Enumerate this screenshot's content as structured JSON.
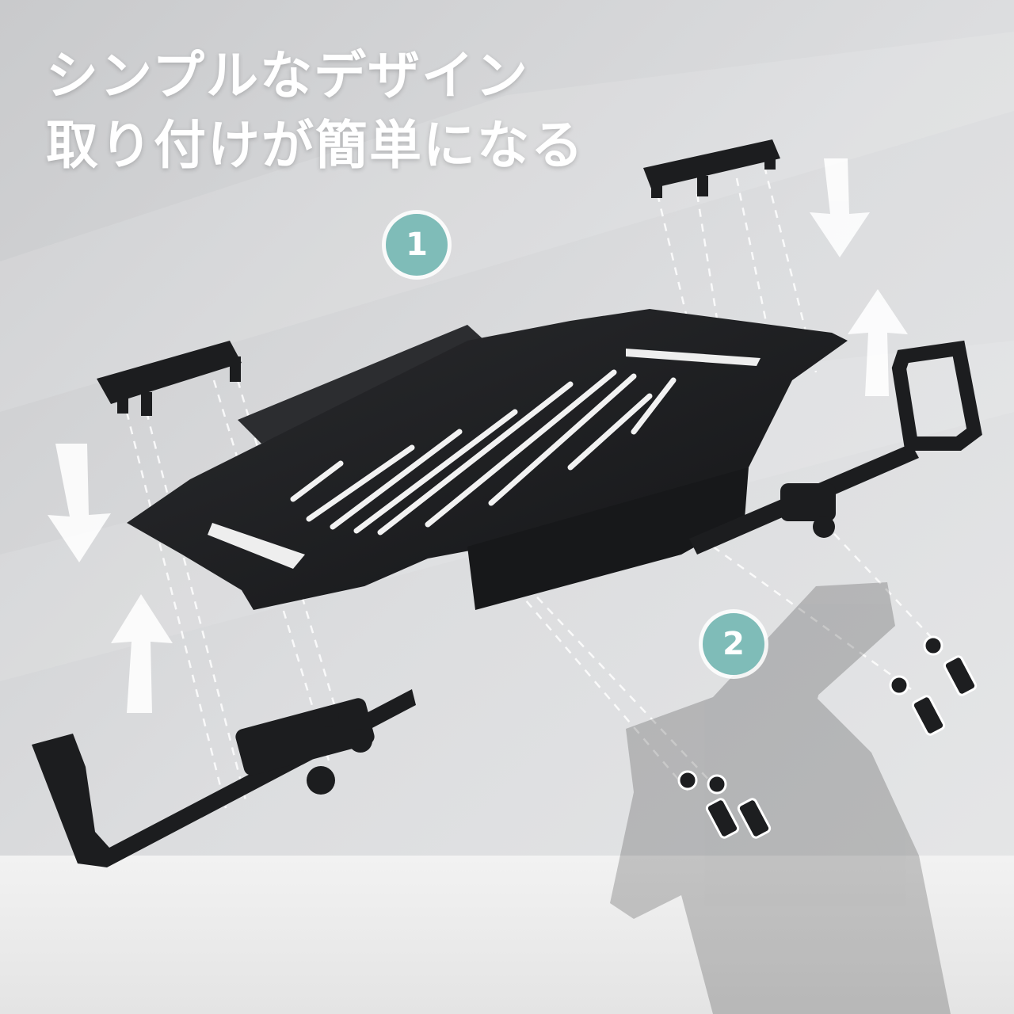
{
  "headline": {
    "line1": "シンプルなデザイン",
    "line2": "取り付けが簡単になる"
  },
  "steps": [
    {
      "label": "1"
    },
    {
      "label": "2"
    }
  ],
  "colors": {
    "background": "#d9dadb",
    "floor": "#ececec",
    "metal": "#1e1f21",
    "step_badge": "#7fbcb8",
    "headline_text": "#ffffff"
  }
}
